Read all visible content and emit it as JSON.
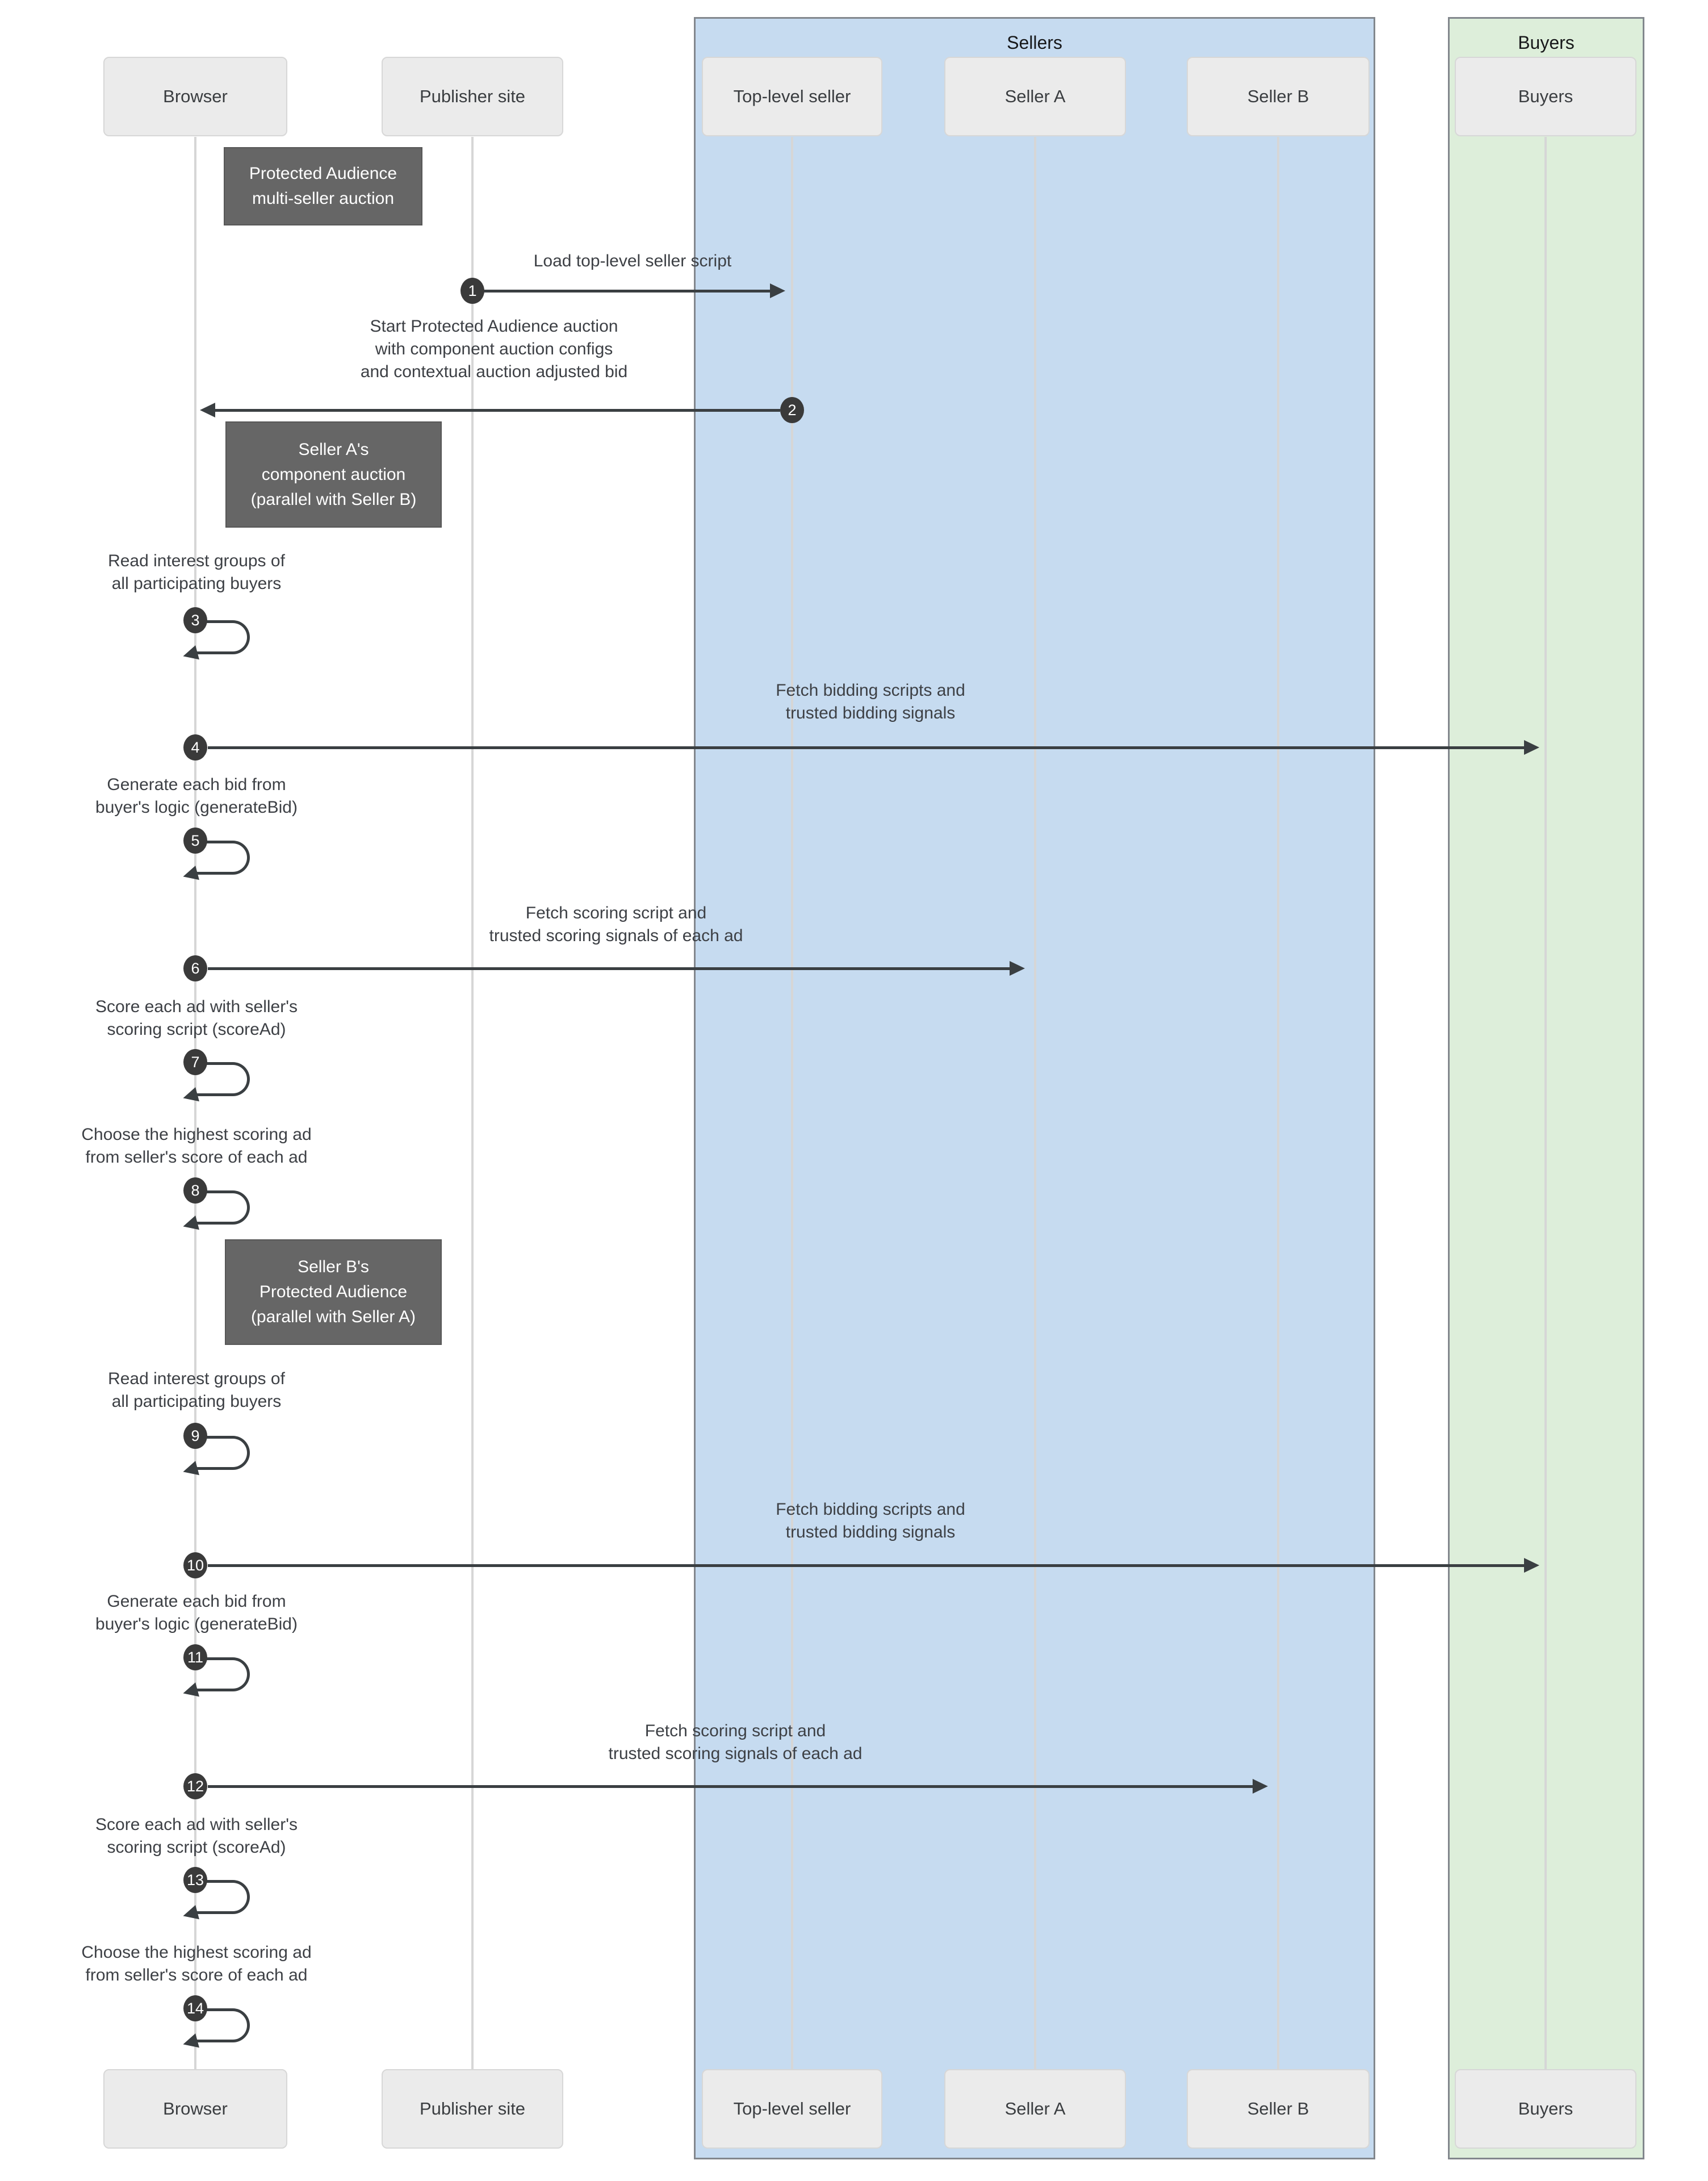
{
  "diagram": {
    "title": "Protected Audience multi-seller auction sequence diagram",
    "groups": {
      "sellers": {
        "label": "Sellers"
      },
      "buyers": {
        "label": "Buyers"
      }
    },
    "participants": [
      {
        "id": "browser",
        "label": "Browser"
      },
      {
        "id": "publisher-site",
        "label": "Publisher site"
      },
      {
        "id": "top-level-seller",
        "label": "Top-level seller"
      },
      {
        "id": "seller-a",
        "label": "Seller A"
      },
      {
        "id": "seller-b",
        "label": "Seller B"
      },
      {
        "id": "buyers",
        "label": "Buyers"
      }
    ],
    "notes": [
      {
        "text": "Protected Audience\nmulti-seller auction"
      },
      {
        "text": "Seller A's\ncomponent auction\n(parallel with Seller B)"
      },
      {
        "text": "Seller B's\nProtected Audience\n(parallel with Seller A)"
      }
    ],
    "messages": [
      {
        "num": "1",
        "from": "publisher-site",
        "to": "top-level-seller",
        "text": "Load top-level seller script"
      },
      {
        "num": "2",
        "from": "top-level-seller",
        "to": "browser",
        "text": "Start Protected Audience auction\nwith component auction configs\nand contextual auction adjusted bid"
      },
      {
        "num": "3",
        "from": "browser",
        "to": "browser",
        "text": "Read interest groups of\nall participating buyers"
      },
      {
        "num": "4",
        "from": "browser",
        "to": "buyers",
        "text": "Fetch bidding scripts and\ntrusted bidding signals"
      },
      {
        "num": "5",
        "from": "browser",
        "to": "browser",
        "text": "Generate each bid from\nbuyer's logic (generateBid)"
      },
      {
        "num": "6",
        "from": "browser",
        "to": "seller-a",
        "text": "Fetch scoring script and\ntrusted scoring signals of each ad"
      },
      {
        "num": "7",
        "from": "browser",
        "to": "browser",
        "text": "Score each ad with seller's\nscoring script (scoreAd)"
      },
      {
        "num": "8",
        "from": "browser",
        "to": "browser",
        "text": "Choose the highest scoring ad\nfrom seller's score of each ad"
      },
      {
        "num": "9",
        "from": "browser",
        "to": "browser",
        "text": "Read interest groups of\nall participating buyers"
      },
      {
        "num": "10",
        "from": "browser",
        "to": "buyers",
        "text": "Fetch bidding scripts and\ntrusted bidding signals"
      },
      {
        "num": "11",
        "from": "browser",
        "to": "browser",
        "text": "Generate each bid from\nbuyer's logic (generateBid)"
      },
      {
        "num": "12",
        "from": "browser",
        "to": "seller-b",
        "text": "Fetch scoring script and\ntrusted scoring signals of each ad"
      },
      {
        "num": "13",
        "from": "browser",
        "to": "browser",
        "text": "Score each ad with seller's\nscoring script (scoreAd)"
      },
      {
        "num": "14",
        "from": "browser",
        "to": "browser",
        "text": "Choose the highest scoring ad\nfrom seller's score of each ad"
      }
    ],
    "colors": {
      "sellers_group_bg": "#c6dbf0",
      "buyers_group_bg": "#ddeeda",
      "group_border": "#82878d",
      "participant_bg": "#ebebeb",
      "participant_border": "#d7d7d7",
      "note_bg": "#666666",
      "note_text": "#ffffff",
      "arrow": "#3a3f42",
      "lifeline": "#d6d6d6",
      "text": "#3d4045"
    }
  }
}
